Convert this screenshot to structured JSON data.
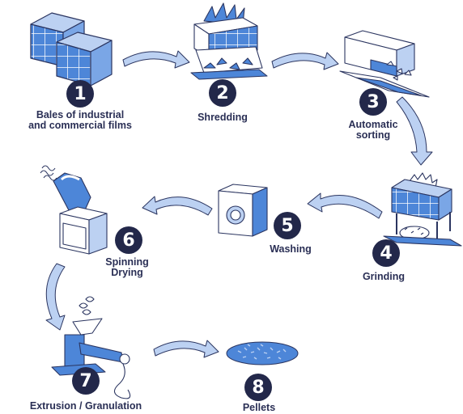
{
  "colors": {
    "navy": "#23284a",
    "blue": "#4d86d8",
    "light_blue": "#bcd1f2",
    "outline": "#2b3560"
  },
  "steps": [
    {
      "number": "1",
      "label_line1": "Bales of industrial",
      "label_line2": "and commercial films",
      "icon": "bales-icon"
    },
    {
      "number": "2",
      "label_line1": "Shredding",
      "label_line2": "",
      "icon": "shredder-icon"
    },
    {
      "number": "3",
      "label_line1": "Automatic",
      "label_line2": "sorting",
      "icon": "sorting-conveyor-icon"
    },
    {
      "number": "4",
      "label_line1": "Grinding",
      "label_line2": "",
      "icon": "grinder-icon"
    },
    {
      "number": "5",
      "label_line1": "Washing",
      "label_line2": "",
      "icon": "washing-machine-icon"
    },
    {
      "number": "6",
      "label_line1": "Spinning",
      "label_line2": "Drying",
      "icon": "spin-dryer-icon"
    },
    {
      "number": "7",
      "label_line1": "Extrusion / Granulation",
      "label_line2": "",
      "icon": "extruder-icon"
    },
    {
      "number": "8",
      "label_line1": "Pellets",
      "label_line2": "",
      "icon": "pellets-icon"
    }
  ]
}
